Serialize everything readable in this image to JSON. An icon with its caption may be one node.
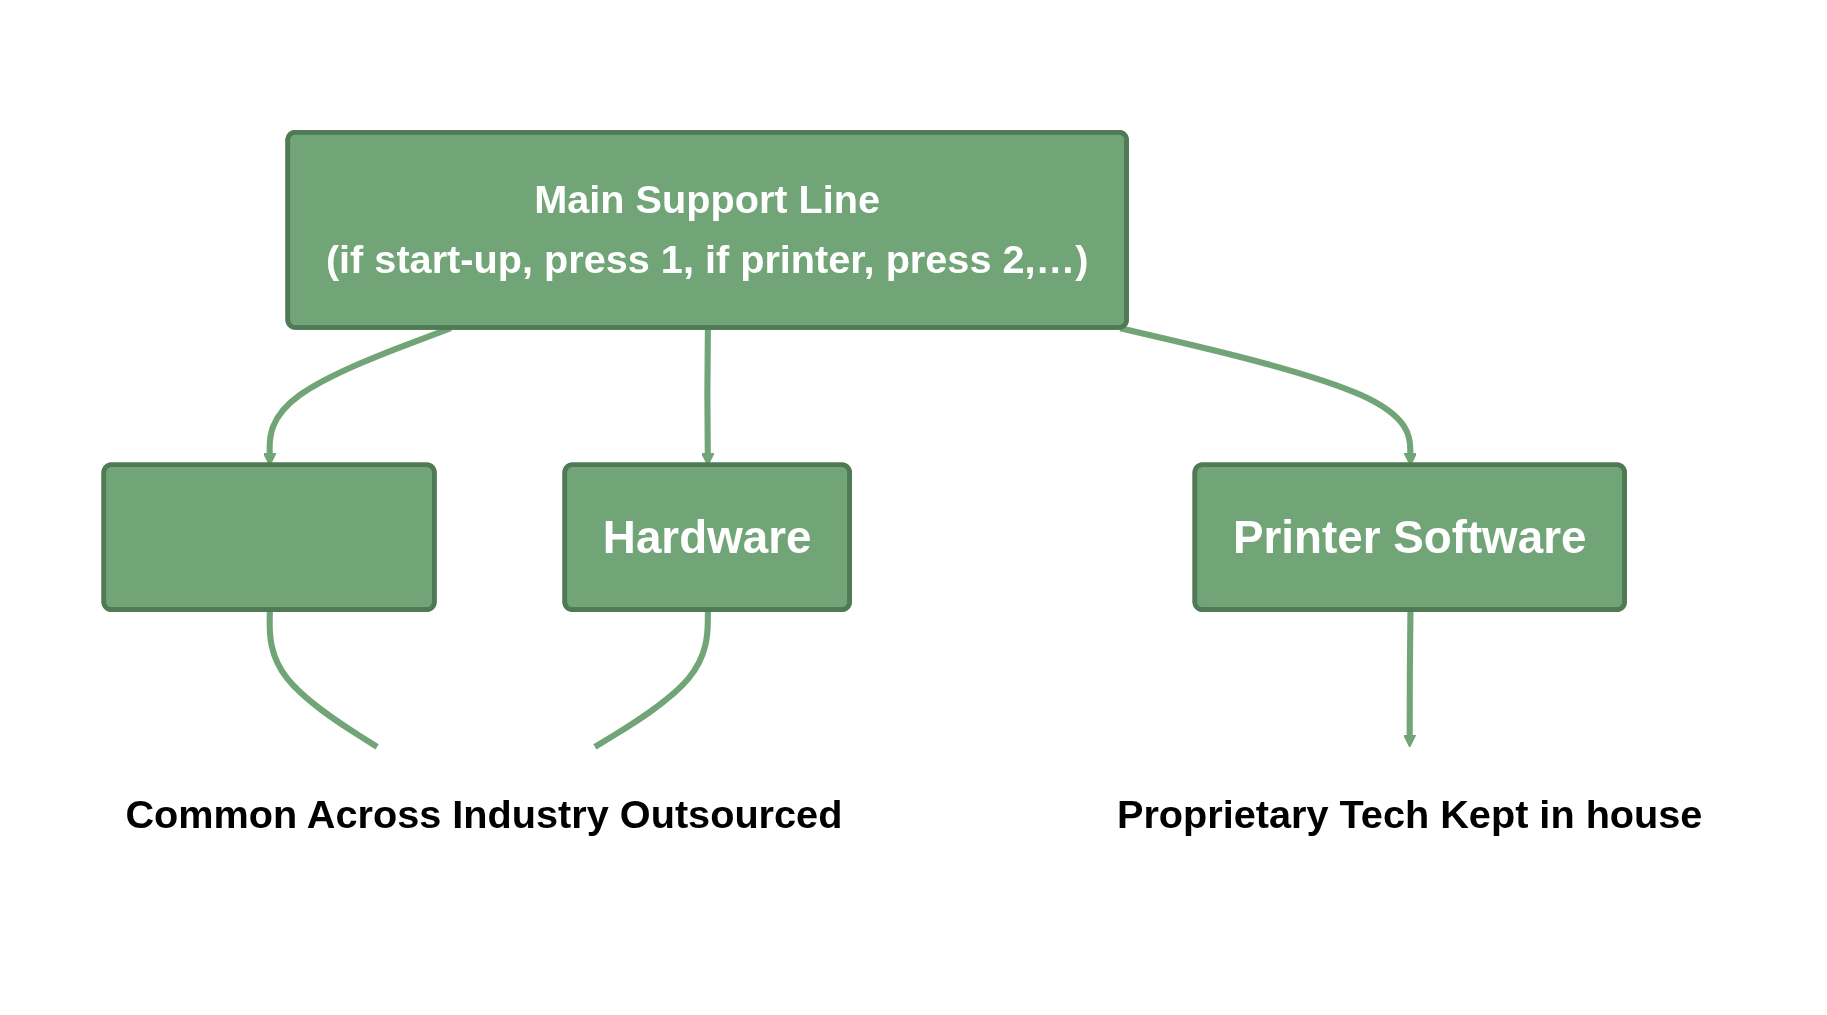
{
  "diagram": {
    "nodes": [
      {
        "text": [
          "Main Support Line",
          "(if start-up, press 1, if printer, press 2,…)"
        ]
      },
      {
        "text": [],
        "shape": "box"
      },
      {
        "text": [
          "Hardware"
        ]
      },
      {
        "text": [
          "Printer Software"
        ]
      },
      {
        "text": [
          "Common Across Industry Outsourced"
        ]
      },
      {
        "text": [
          "Proprietary Tech Kept in house"
        ]
      }
    ],
    "edges": [
      {
        "from": 0,
        "to": 1,
        "arrow": "to"
      },
      {
        "from": 0,
        "to": 2,
        "arrow": "to"
      },
      {
        "from": 0,
        "to": 3,
        "arrow": "to"
      },
      {
        "from": 1,
        "to": 4,
        "arrow": "none"
      },
      {
        "from": 2,
        "to": 4,
        "arrow": "none"
      },
      {
        "from": 3,
        "to": 5,
        "arrow": "to"
      }
    ]
  }
}
